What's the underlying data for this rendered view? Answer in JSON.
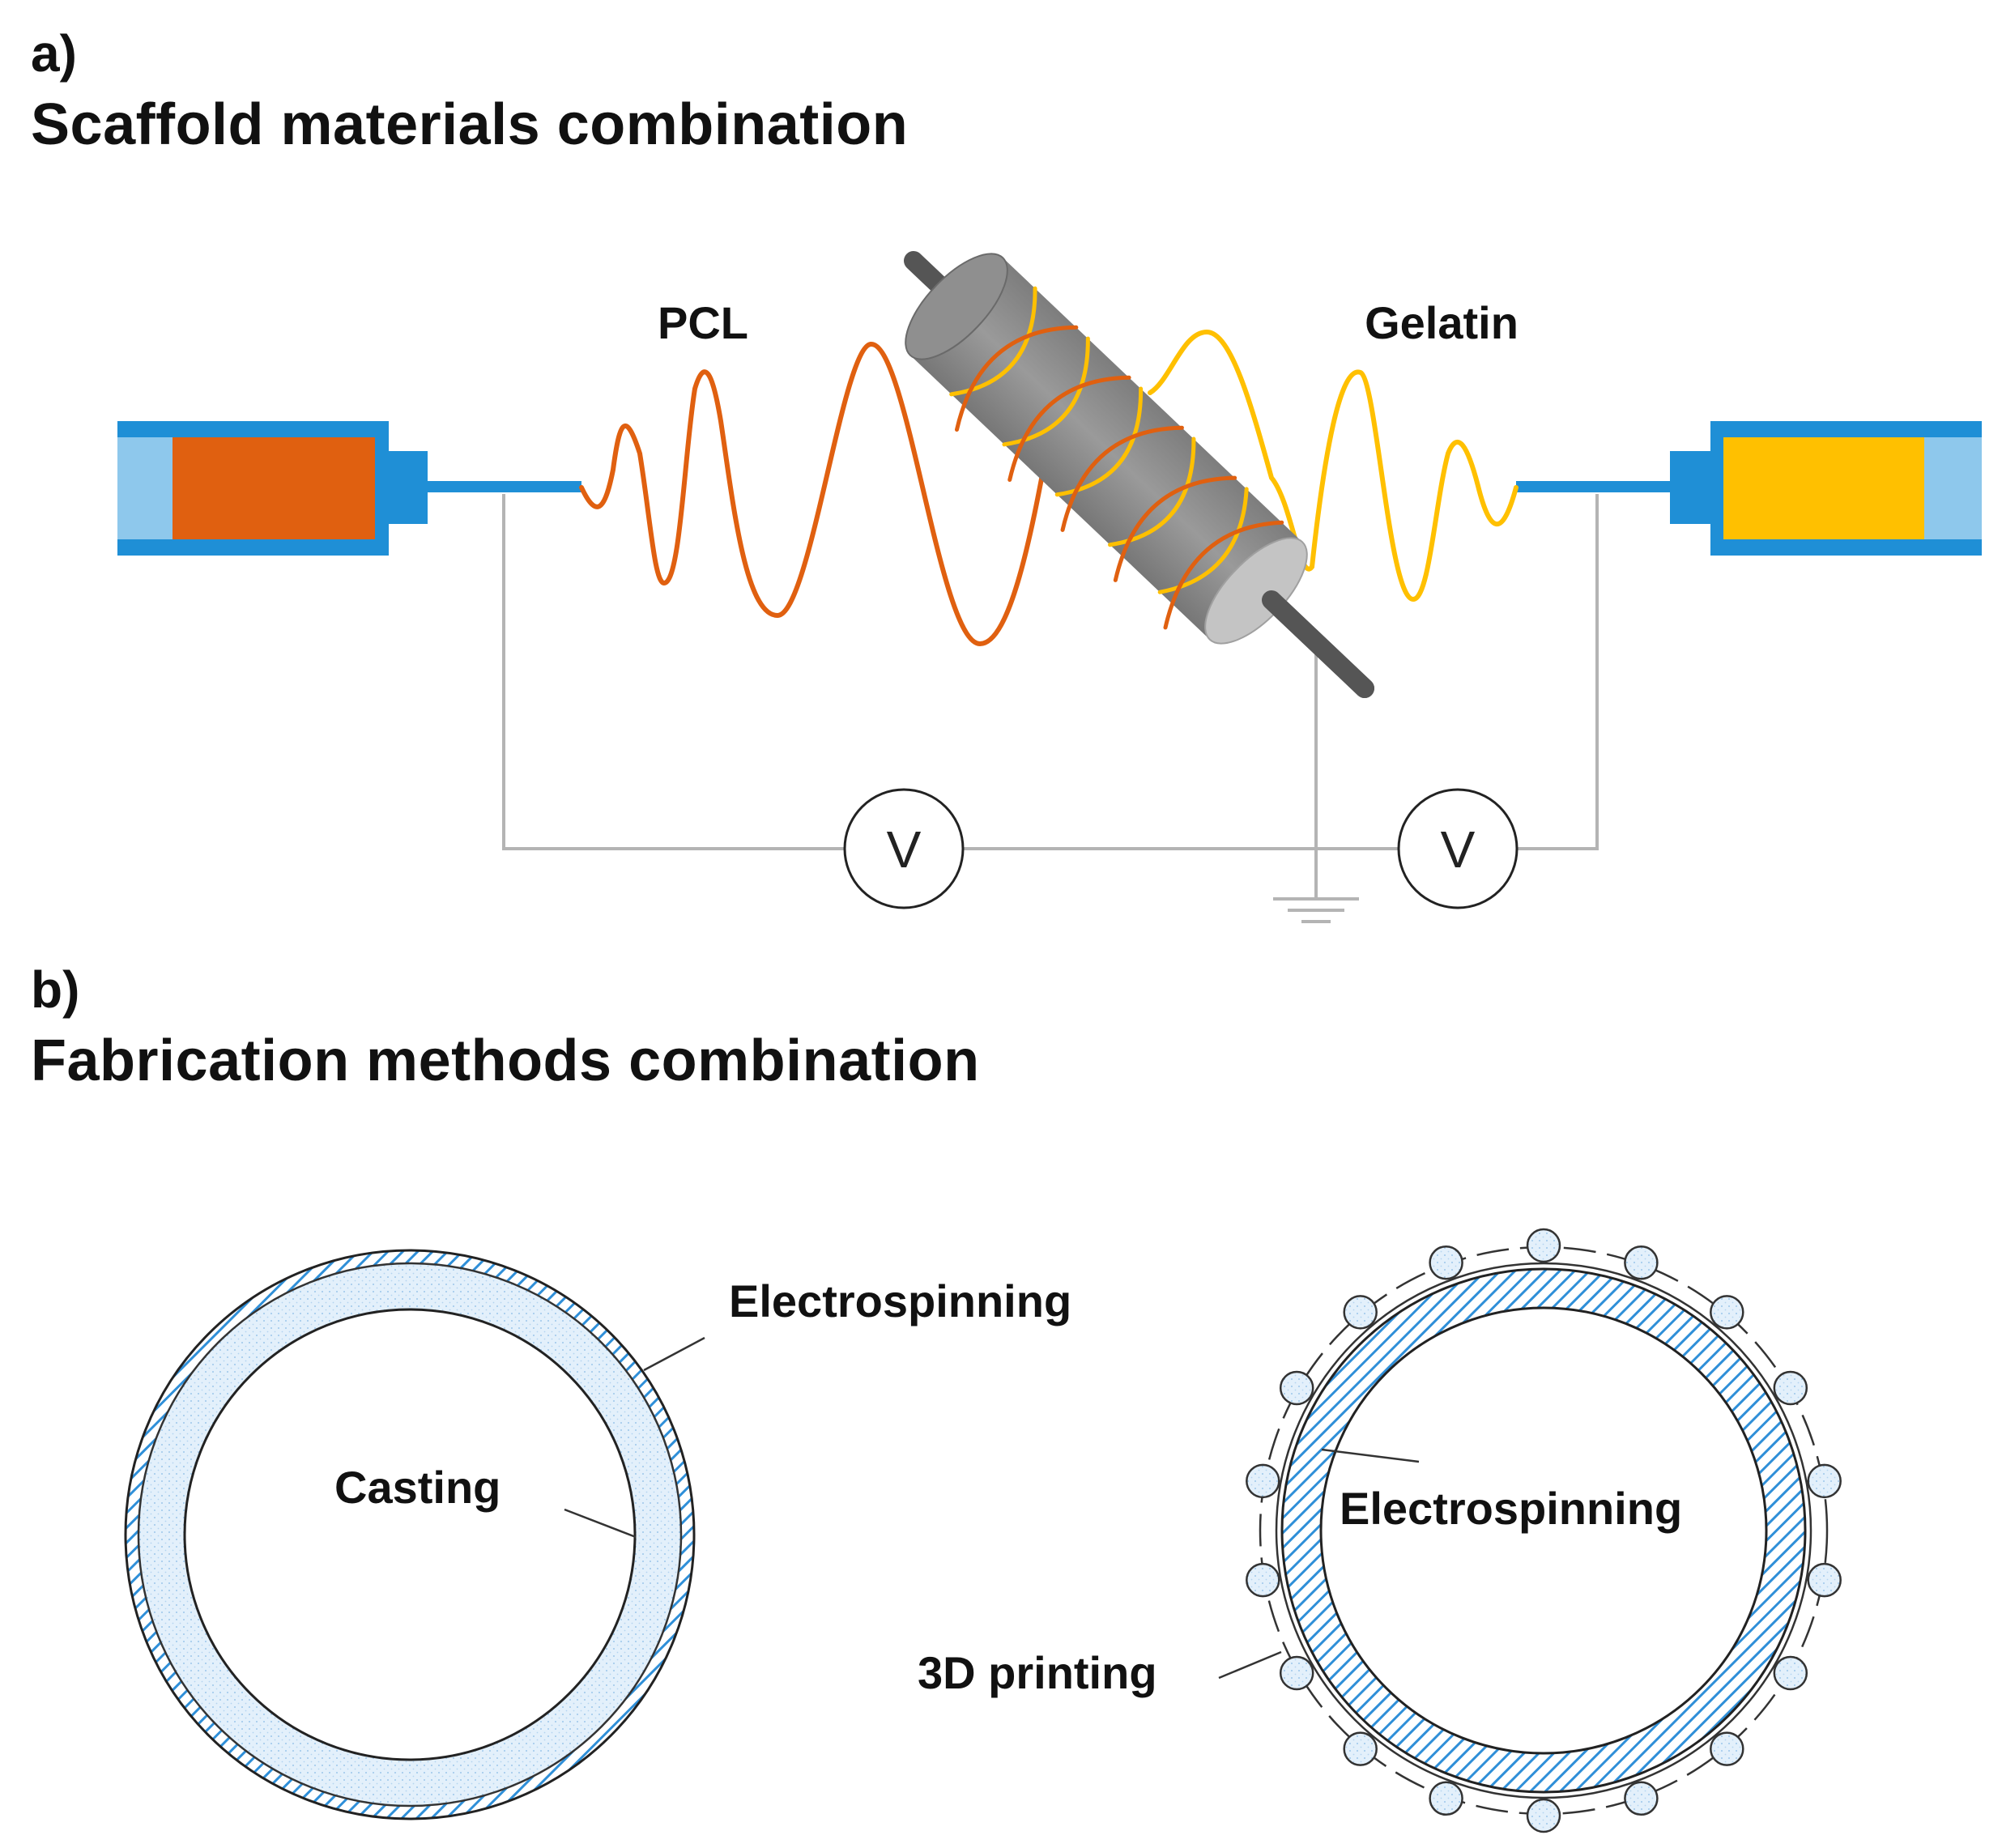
{
  "panel_a": {
    "letter": "a)",
    "title": "Scaffold materials combination",
    "left_label": "PCL",
    "right_label": "Gelatin",
    "voltmeter_symbol": "V",
    "colors": {
      "pcl": "#e06010",
      "gelatin": "#ffc000",
      "syringe_frame": "#1f8fd6",
      "syringe_light": "#8ec8ec",
      "mandrel": "#8f8f8f",
      "mandrel_face": "#c4c4c4",
      "shaft": "#555555",
      "wire": "#b4b4b4"
    }
  },
  "panel_b": {
    "letter": "b)",
    "title": "Fabrication methods combination",
    "left": {
      "outer_label": "Electrospinning",
      "inner_label": "Casting"
    },
    "right": {
      "inner_label": "Electrospinning",
      "outer_label": "3D printing"
    },
    "colors": {
      "hatch": "#2f8fd8",
      "casting_fill": "#e3f0fb"
    }
  }
}
